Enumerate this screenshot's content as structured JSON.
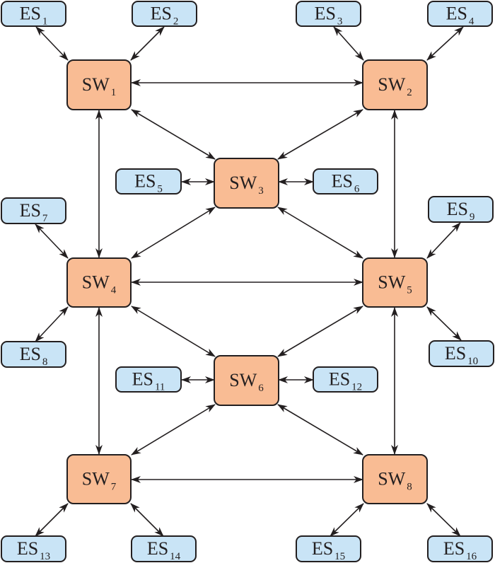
{
  "diagram": {
    "title": "",
    "colors": {
      "switch_fill": "#f9bc94",
      "end_system_fill": "#c9e4f6",
      "stroke": "#231f20"
    },
    "switches": [
      {
        "id": "SW1",
        "base": "SW",
        "sub": "1"
      },
      {
        "id": "SW2",
        "base": "SW",
        "sub": "2"
      },
      {
        "id": "SW3",
        "base": "SW",
        "sub": "3"
      },
      {
        "id": "SW4",
        "base": "SW",
        "sub": "4"
      },
      {
        "id": "SW5",
        "base": "SW",
        "sub": "5"
      },
      {
        "id": "SW6",
        "base": "SW",
        "sub": "6"
      },
      {
        "id": "SW7",
        "base": "SW",
        "sub": "7"
      },
      {
        "id": "SW8",
        "base": "SW",
        "sub": "8"
      }
    ],
    "end_systems": [
      {
        "id": "ES1",
        "base": "ES",
        "sub": "1"
      },
      {
        "id": "ES2",
        "base": "ES",
        "sub": "2"
      },
      {
        "id": "ES3",
        "base": "ES",
        "sub": "3"
      },
      {
        "id": "ES4",
        "base": "ES",
        "sub": "4"
      },
      {
        "id": "ES5",
        "base": "ES",
        "sub": "5"
      },
      {
        "id": "ES6",
        "base": "ES",
        "sub": "6"
      },
      {
        "id": "ES7",
        "base": "ES",
        "sub": "7"
      },
      {
        "id": "ES8",
        "base": "ES",
        "sub": "8"
      },
      {
        "id": "ES9",
        "base": "ES",
        "sub": "9"
      },
      {
        "id": "ES10",
        "base": "ES",
        "sub": "10"
      },
      {
        "id": "ES11",
        "base": "ES",
        "sub": "11"
      },
      {
        "id": "ES12",
        "base": "ES",
        "sub": "12"
      },
      {
        "id": "ES13",
        "base": "ES",
        "sub": "13"
      },
      {
        "id": "ES14",
        "base": "ES",
        "sub": "14"
      },
      {
        "id": "ES15",
        "base": "ES",
        "sub": "15"
      },
      {
        "id": "ES16",
        "base": "ES",
        "sub": "16"
      }
    ],
    "links": [
      {
        "from": "ES1",
        "to": "SW1",
        "bidirectional": true
      },
      {
        "from": "ES2",
        "to": "SW1",
        "bidirectional": true
      },
      {
        "from": "ES3",
        "to": "SW2",
        "bidirectional": true
      },
      {
        "from": "ES4",
        "to": "SW2",
        "bidirectional": true
      },
      {
        "from": "ES5",
        "to": "SW3",
        "bidirectional": true
      },
      {
        "from": "ES6",
        "to": "SW3",
        "bidirectional": true
      },
      {
        "from": "ES7",
        "to": "SW4",
        "bidirectional": true
      },
      {
        "from": "ES8",
        "to": "SW4",
        "bidirectional": true
      },
      {
        "from": "ES9",
        "to": "SW5",
        "bidirectional": true
      },
      {
        "from": "ES10",
        "to": "SW5",
        "bidirectional": true
      },
      {
        "from": "ES11",
        "to": "SW6",
        "bidirectional": true
      },
      {
        "from": "ES12",
        "to": "SW6",
        "bidirectional": true
      },
      {
        "from": "ES13",
        "to": "SW7",
        "bidirectional": true
      },
      {
        "from": "ES14",
        "to": "SW7",
        "bidirectional": true
      },
      {
        "from": "ES15",
        "to": "SW8",
        "bidirectional": true
      },
      {
        "from": "ES16",
        "to": "SW8",
        "bidirectional": true
      },
      {
        "from": "SW1",
        "to": "SW2",
        "bidirectional": true
      },
      {
        "from": "SW1",
        "to": "SW3",
        "bidirectional": true
      },
      {
        "from": "SW2",
        "to": "SW3",
        "bidirectional": true
      },
      {
        "from": "SW1",
        "to": "SW4",
        "bidirectional": true
      },
      {
        "from": "SW2",
        "to": "SW5",
        "bidirectional": true
      },
      {
        "from": "SW3",
        "to": "SW4",
        "bidirectional": true
      },
      {
        "from": "SW3",
        "to": "SW5",
        "bidirectional": true
      },
      {
        "from": "SW4",
        "to": "SW5",
        "bidirectional": true
      },
      {
        "from": "SW4",
        "to": "SW6",
        "bidirectional": true
      },
      {
        "from": "SW5",
        "to": "SW6",
        "bidirectional": true
      },
      {
        "from": "SW4",
        "to": "SW7",
        "bidirectional": true
      },
      {
        "from": "SW5",
        "to": "SW8",
        "bidirectional": true
      },
      {
        "from": "SW6",
        "to": "SW7",
        "bidirectional": true
      },
      {
        "from": "SW6",
        "to": "SW8",
        "bidirectional": true
      },
      {
        "from": "SW7",
        "to": "SW8",
        "bidirectional": true
      }
    ]
  }
}
